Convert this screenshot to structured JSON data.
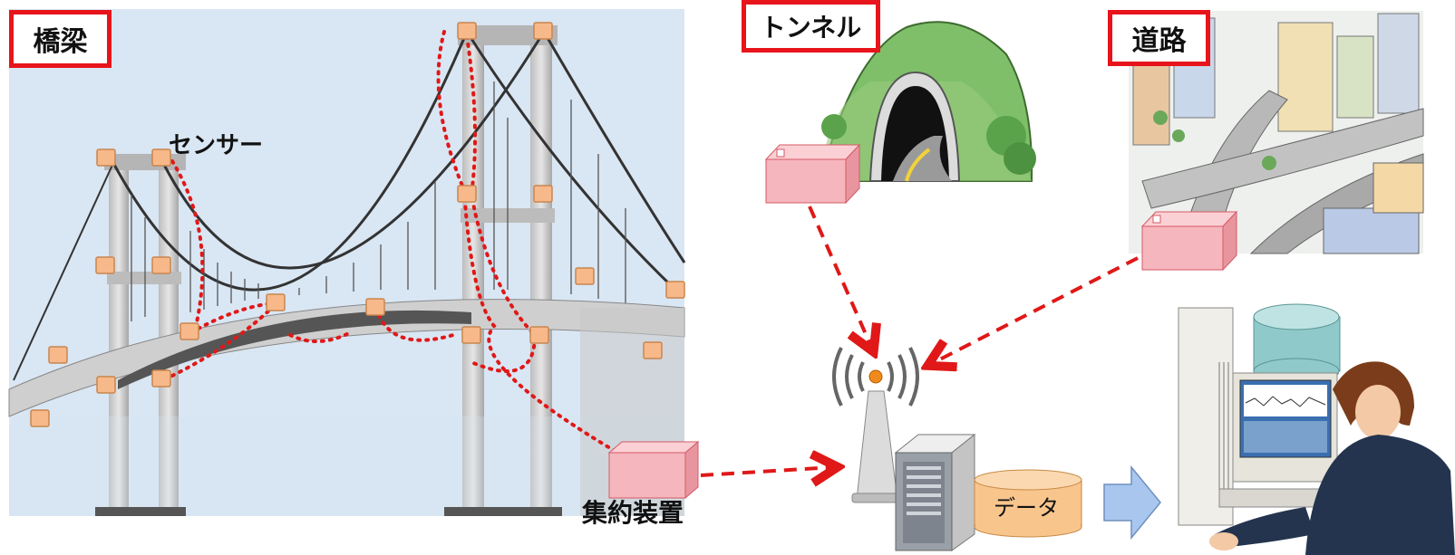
{
  "labels": {
    "bridge": "橋梁",
    "tunnel": "トンネル",
    "road": "道路",
    "sensor": "センサー",
    "aggregator": "集約装置",
    "data": "データ"
  },
  "colors": {
    "label_border": "#e8141b",
    "dotted_line": "#e01818",
    "dashed_arrow": "#e01818",
    "sensor_fill": "#f7b98a",
    "aggregator_fill": "#f6b6bd",
    "sky": "#d9e6f3",
    "data_cylinder": "#f8c58d",
    "flow_arrow": "#a9c7ee"
  },
  "icons": [
    "sensor-box-icon",
    "aggregator-device-icon",
    "wireless-antenna-icon",
    "server-icon",
    "database-cylinder-icon",
    "flow-arrow-icon",
    "operator-workstation-icon"
  ]
}
